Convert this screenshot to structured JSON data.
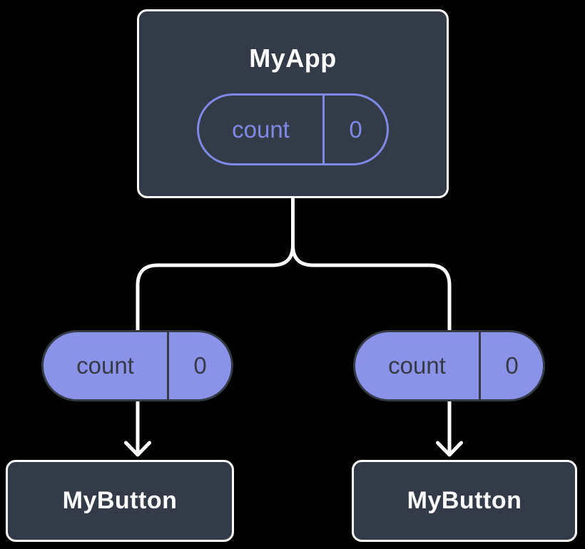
{
  "colors": {
    "canvas-bg": "#000000",
    "node-fill": "#343B48",
    "node-border": "#FFFFFF",
    "node-text": "#FFFFFF",
    "pill-fill": "#8B93E8",
    "pill-outline": "#7E89E6",
    "pill-dark-text": "#343A46",
    "connector": "#FFFFFF"
  },
  "diagram": {
    "description": "Component tree with lifted state: MyApp holds count state passed down as props to two MyButton children",
    "root": {
      "title": "MyApp",
      "state": {
        "name": "count",
        "value": "0"
      }
    },
    "children": [
      {
        "title": "MyButton",
        "prop": {
          "name": "count",
          "value": "0"
        }
      },
      {
        "title": "MyButton",
        "prop": {
          "name": "count",
          "value": "0"
        }
      }
    ]
  }
}
